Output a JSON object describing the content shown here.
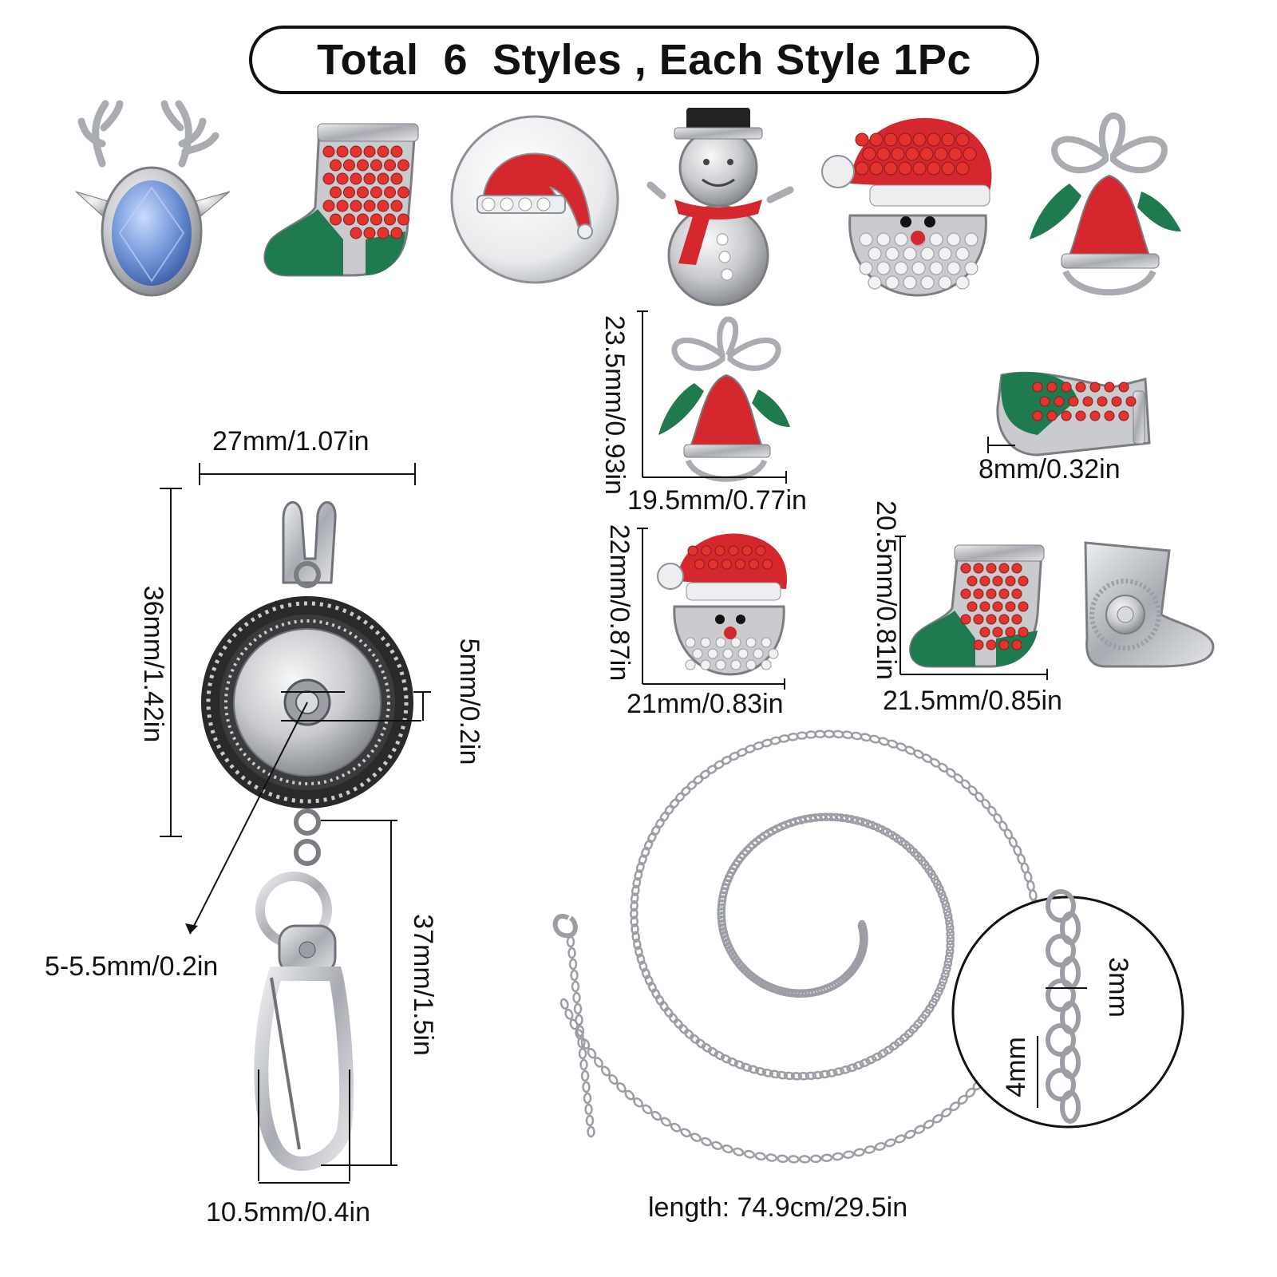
{
  "title": "Total  6  Styles , Each Style 1Pc",
  "products": {
    "charms": [
      {
        "name": "reindeer"
      },
      {
        "name": "stocking"
      },
      {
        "name": "santa-hat-round"
      },
      {
        "name": "snowman"
      },
      {
        "name": "santa-face"
      },
      {
        "name": "bell"
      }
    ]
  },
  "dimensions": {
    "bell_height": "23.5mm/0.93in",
    "bell_width": "19.5mm/0.77in",
    "stocking_side_thickness": "8mm/0.32in",
    "santa_height": "22mm/0.87in",
    "santa_width": "21mm/0.83in",
    "stocking_height": "20.5mm/0.81in",
    "stocking_width": "21.5mm/0.85in",
    "pendant_width": "27mm/1.07in",
    "pendant_height": "36mm/1.42in",
    "snap_stud": "5mm/0.2in",
    "snap_hole": "5-5.5mm/0.2in",
    "clasp_length": "37mm/1.5in",
    "clasp_width": "10.5mm/0.4in",
    "chain_length": "length: 74.9cm/29.5in",
    "chain_link_width": "3mm",
    "chain_link_length": "4mm"
  },
  "colors": {
    "silver": "#c9cbce",
    "silver_dark": "#8d9096",
    "red_enamel": "#d4272e",
    "green_enamel": "#1f7a4f",
    "rhinestone_red": "#e2332e",
    "crystal": "#eef0f3",
    "blue_gem": "#6f93d6",
    "outline": "#111111"
  }
}
